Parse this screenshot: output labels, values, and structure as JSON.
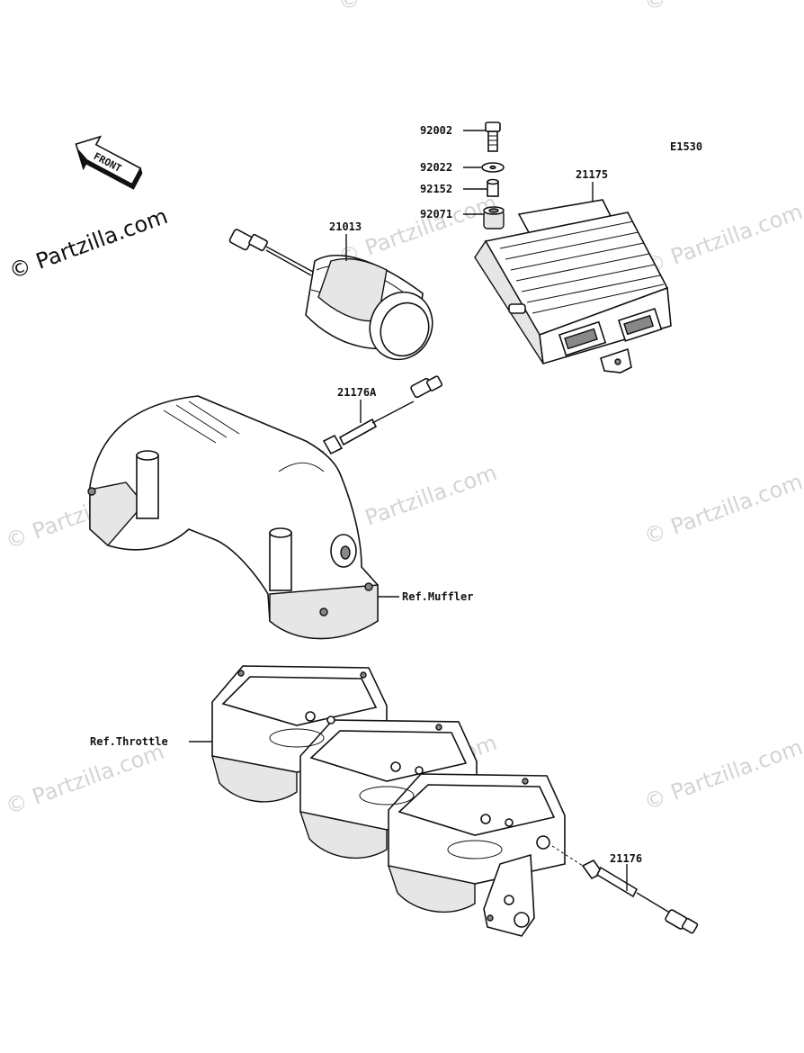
{
  "diagram_code": "E1530",
  "front_label": "FRONT",
  "watermark": "© Partzilla.com",
  "parts": {
    "p92002": "92002",
    "p92022": "92022",
    "p92152": "92152",
    "p92071": "92071",
    "p21175": "21175",
    "p21013": "21013",
    "p21176A": "21176A",
    "p21176": "21176"
  },
  "refs": {
    "muffler": "Ref.Muffler",
    "throttle": "Ref.Throttle"
  }
}
